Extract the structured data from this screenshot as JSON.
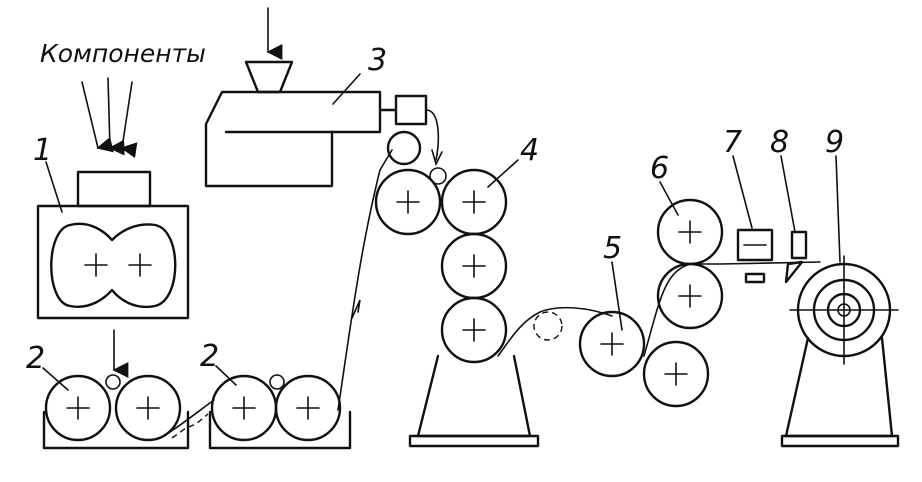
{
  "components_label": "Компоненты",
  "labels": {
    "mixer": "1",
    "rolls_left": "2",
    "rolls_mid": "2",
    "extruder": "3",
    "calender": "4",
    "cooling_a": "5",
    "cooling_b": "6",
    "cutter_a": "7",
    "cutter_b": "8",
    "winder": "9"
  },
  "icons": {
    "roll": "roll-with-crosshair-icon",
    "arrow": "down-arrow-icon"
  }
}
